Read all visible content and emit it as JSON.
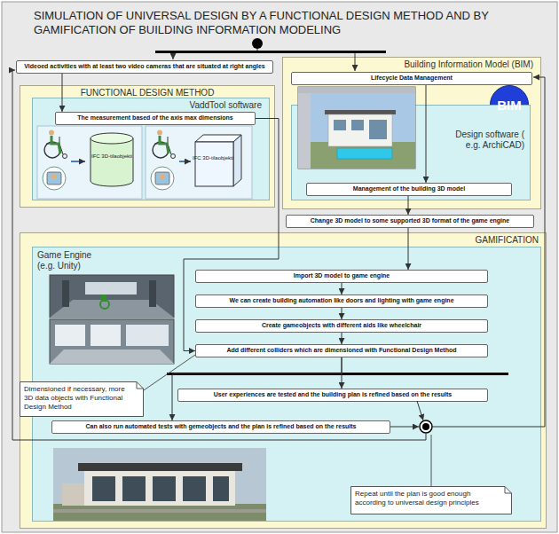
{
  "diagram": {
    "title": "SIMULATION OF UNIVERSAL DESIGN BY A FUNCTIONAL DESIGN METHOD AND BY GAMIFICATION OF BUILDING INFORMATION MODELING",
    "nodes": [
      {
        "text": [
          "Videoed activities with at least two video cameras that are situated at right angles"
        ]
      },
      {
        "text": [
          "Building Information Model (BIM)"
        ]
      },
      {
        "text": [
          "Lifecycle Data Management"
        ],
        "in": 1
      },
      {
        "text": [
          "BIM"
        ],
        "in": 1
      },
      {
        "text": [
          "Design software ( e.g. ArchiCAD)"
        ],
        "in": 1
      },
      {
        "text": [
          "Management of the building 3D model"
        ],
        "in": 4
      },
      {
        "text": [
          "FUNCTIONAL DESIGN METHOD"
        ]
      },
      {
        "text": [
          "VaddTool software"
        ],
        "in": 6
      },
      {
        "text": [
          "The measurement based of the axis max dimensions"
        ],
        "in": 7
      },
      {
        "text": [
          "Change 3D model to some supported 3D format of the game engine"
        ]
      },
      {
        "text": [
          "GAMIFICATION"
        ]
      },
      {
        "text": [
          "Game Engine (e.g. Unity)"
        ],
        "in": 10
      },
      {
        "text": [
          "Import 3D model to game engine"
        ],
        "in": 11
      },
      {
        "text": [
          "We can create building automation like doors and lighting with game engine"
        ],
        "in": 11
      },
      {
        "text": [
          "Create gameobjects with different aids like wheelchair"
        ],
        "in": 11
      },
      {
        "text": [
          "Add different colliders which are dimensioned with Functional Design Method"
        ],
        "in": 11
      },
      {
        "text": [
          "Dimensioned if necessary, more 3D data objects with Functional Design Method"
        ]
      },
      {
        "text": [
          "User experiences are tested and the building plan is refined based on the results"
        ],
        "in": 11
      },
      {
        "text": [
          "Can also run automated tests with gemeobjects and the plan is refined based on the results"
        ],
        "in": 11
      },
      {
        "text": [
          "Repeat until the plan is good enough according to universal design principles"
        ],
        "in": 11
      }
    ],
    "edges": [
      {
        "from": 0,
        "to": 8,
        "arrow": "to"
      },
      {
        "from": 2,
        "to": 5,
        "arrow": "to"
      },
      {
        "from": 5,
        "to": 9,
        "arrow": "to"
      },
      {
        "from": 9,
        "to": 12,
        "arrow": "to"
      },
      {
        "from": 12,
        "to": 13,
        "arrow": "to"
      },
      {
        "from": 13,
        "to": 14,
        "arrow": "to"
      },
      {
        "from": 14,
        "to": 15,
        "arrow": "to"
      },
      {
        "from": 8,
        "to": 15,
        "arrow": "to"
      },
      {
        "from": 16,
        "to": 15,
        "arrow": "none"
      },
      {
        "from": 15,
        "to": 17,
        "arrow": "to"
      },
      {
        "from": 15,
        "to": 18,
        "arrow": "to"
      }
    ],
    "labels": [
      "IFC 3D-tilaobjekti",
      "IFC 3D-tilaobjekti"
    ]
  }
}
